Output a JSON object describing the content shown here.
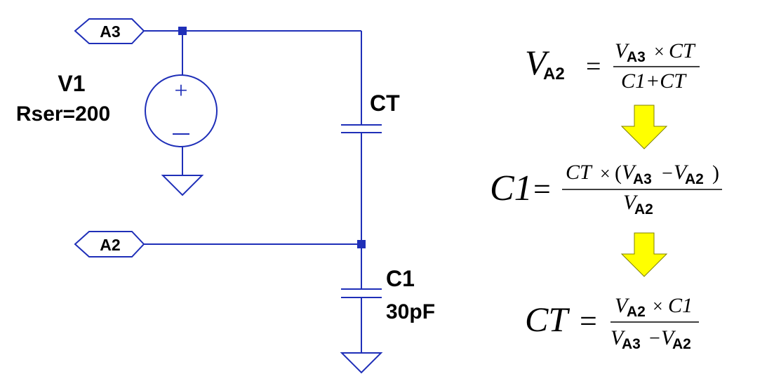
{
  "schematic": {
    "ports": {
      "a3": "A3",
      "a2": "A2"
    },
    "source": {
      "name": "V1",
      "param": "Rser=200",
      "plus": "+",
      "minus": "−"
    },
    "ct": {
      "name": "CT"
    },
    "c1": {
      "name": "C1",
      "value": "30pF"
    },
    "wire_color": "#1f2fb8"
  },
  "equations": {
    "eq1": {
      "lhs_v": "V",
      "lhs_sub": "A2",
      "equals": "=",
      "num_v": "V",
      "num_sub": "A3",
      "num_times": "×",
      "num_ct": "CT",
      "den": "C1+CT"
    },
    "eq2": {
      "lhs": "C1",
      "equals": "=",
      "num_ct": "CT",
      "num_times": "×",
      "num_open": "(",
      "num_v1": "V",
      "num_sub1": "A3",
      "num_minus": "−",
      "num_v2": "V",
      "num_sub2": "A2",
      "num_close": ")",
      "den_v": "V",
      "den_sub": "A2"
    },
    "eq3": {
      "lhs": "CT",
      "equals": "=",
      "num_v": "V",
      "num_sub": "A2",
      "num_times": "×",
      "num_c1": "C1",
      "den_v1": "V",
      "den_sub1": "A3",
      "den_minus": "−",
      "den_v2": "V",
      "den_sub2": "A2"
    },
    "arrow_color": "#ffff00"
  }
}
